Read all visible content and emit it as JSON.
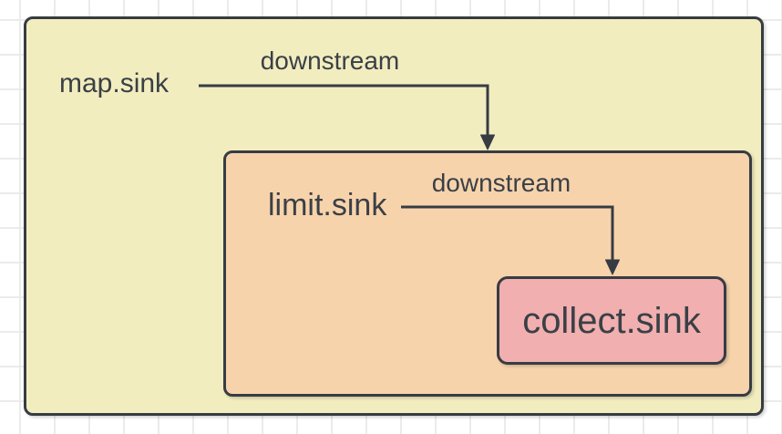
{
  "diagram": {
    "type": "nested-flow-diagram",
    "nodes": {
      "map_sink": {
        "label": "map.sink"
      },
      "limit_sink": {
        "label": "limit.sink"
      },
      "collect_sink": {
        "label": "collect.sink"
      }
    },
    "edges": [
      {
        "from": "map.sink",
        "to": "limit.sink group",
        "label": "downstream"
      },
      {
        "from": "limit.sink",
        "to": "collect.sink node",
        "label": "downstream"
      }
    ],
    "colors": {
      "outer_fill": "#F2EDBF",
      "inner_fill": "#F7D3AC",
      "node_fill": "#F1AFAF",
      "stroke": "#373C43",
      "text": "#3A4046",
      "grid_line": "#EBEBEB",
      "canvas_bg": "#FFFFFF"
    }
  }
}
